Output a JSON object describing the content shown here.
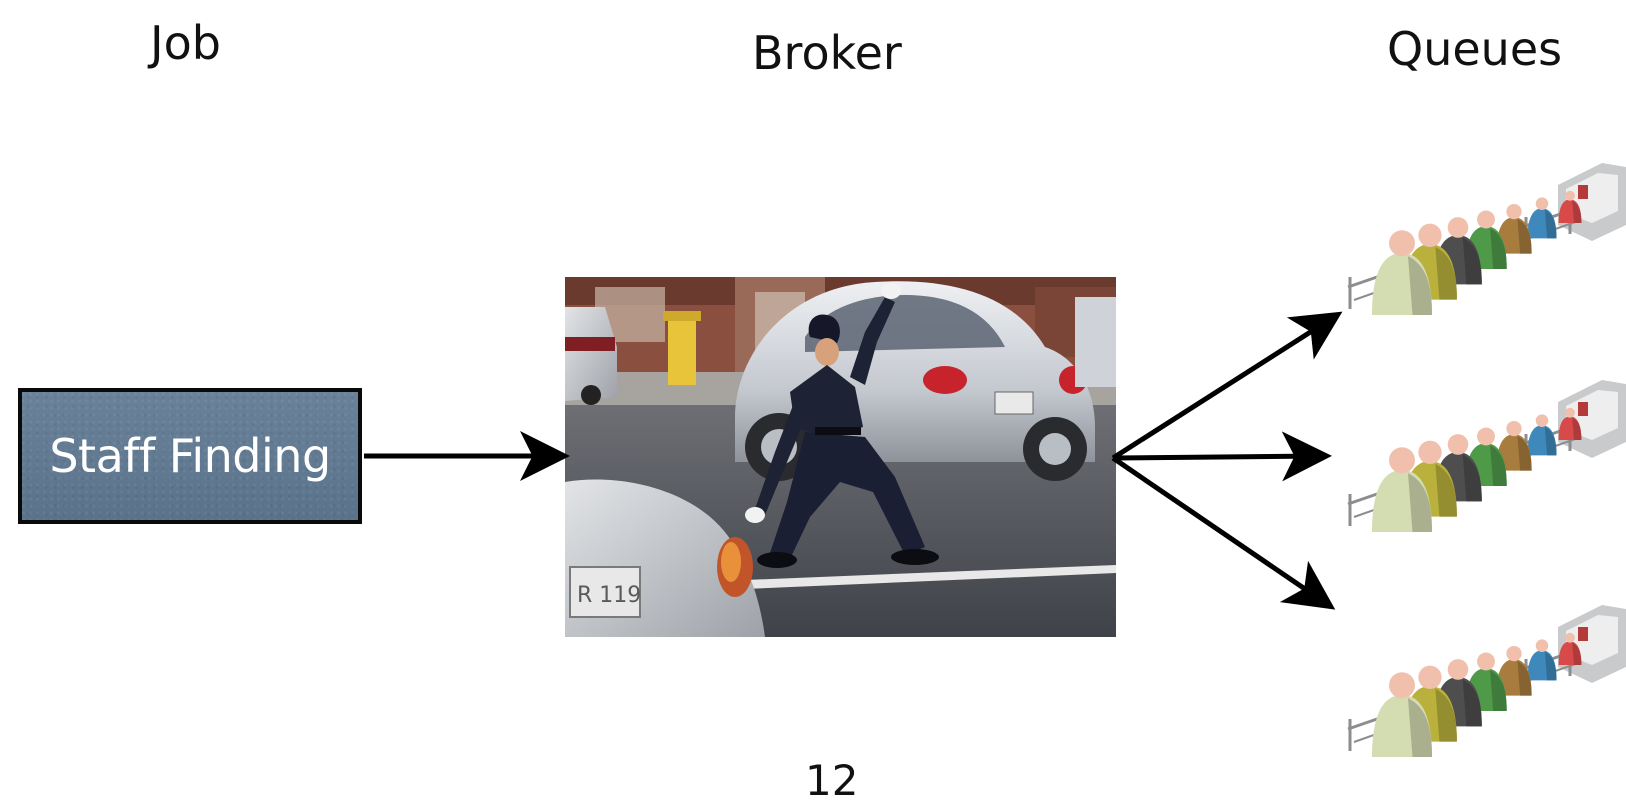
{
  "headings": {
    "job": "Job",
    "broker": "Broker",
    "queues": "Queues"
  },
  "job": {
    "label": "Staff Finding"
  },
  "broker": {
    "plate_text": "R 119"
  },
  "queues": {
    "count": 3,
    "people_colors": [
      "#d4dcb2",
      "#b9b13c",
      "#4e4e4e",
      "#4f9a49",
      "#a77c3d",
      "#3f88bb",
      "#d84a4a"
    ]
  },
  "colors": {
    "job_box_fill": "#5f7890",
    "border": "#0a0a0a",
    "arrow": "#000000"
  },
  "page_number": "12"
}
